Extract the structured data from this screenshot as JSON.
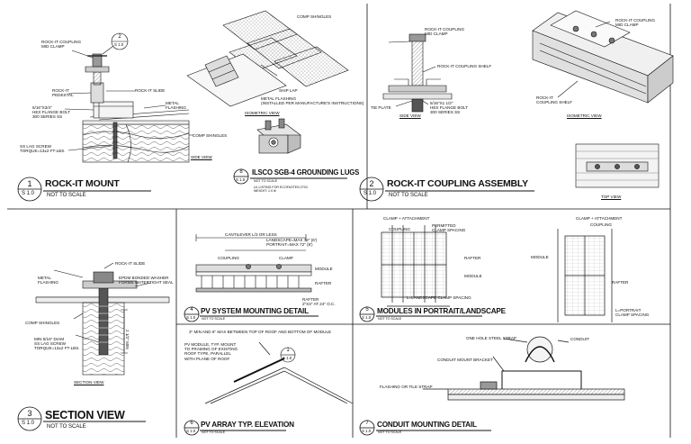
{
  "details": [
    {
      "number": "1",
      "sheet": "S 1.0",
      "title": "ROCK-IT MOUNT",
      "scale": "NOT TO SCALE"
    },
    {
      "number": "2",
      "sheet": "S 1.0",
      "title": "ROCK-IT COUPLING ASSEMBLY",
      "scale": "NOT TO SCALE"
    },
    {
      "number": "3",
      "sheet": "S 1.0",
      "title": "SECTION VIEW",
      "scale": "NOT TO SCALE"
    },
    {
      "number": "4",
      "sheet": "S 1.0",
      "title": "PV SYSTEM MOUNTING DETAIL",
      "scale": "NOT TO SCALE"
    },
    {
      "number": "5",
      "sheet": "S 1.0",
      "title": "MODULES IN PORTRAIT/LANDSCAPE",
      "scale": "NOT TO SCALE"
    },
    {
      "number": "6",
      "sheet": "S 1.0",
      "title": "PV ARRAY TYP. ELEVATION",
      "scale": "NOT TO SCALE"
    },
    {
      "number": "7",
      "sheet": "S 1.0",
      "title": "CONDUIT MOUNTING DETAIL",
      "scale": "NOT TO SCALE"
    },
    {
      "number": "8",
      "sheet": "S 1.0",
      "title": "ILSCO SGB-4 GROUNDING LUGS",
      "scale": "NOT TO SCALE"
    }
  ],
  "callouts": {
    "c1": {
      "number": "2",
      "sheet": "S 1.0"
    },
    "c3": {
      "number": "1",
      "sheet": "S 1.0"
    }
  },
  "labels": {
    "mount": {
      "coupling": "ROCK-IT COUPLING\nMID CLAMP",
      "pedestal": "ROCK-IT\nPEDESTAL",
      "slide": "ROCK-IT SLIDE",
      "bolt": "5/16\"x3/4\"\nHEX FLANGE BOLT\n300 SERIES SS",
      "metal_flashing": "METAL\nFLASHING",
      "comp_shingles": "COMP SHINGLES",
      "lag": "SS LAG SCREW\nTORQUE=13±2 FT-LBS.",
      "side_view": "SIDE VIEW"
    },
    "iso_flash": {
      "comp_shingles": "COMP SHINGLES",
      "shiplap": "SHIP LAP",
      "flashing": "METAL FLASHING\n(INSTALLED PER MANUFACTURE'S INSTRUCTIONS)",
      "iso_view": "ISOMETRIC VIEW"
    },
    "lug": {
      "ul": "UL LISTING FOR ECOFASTEN 2703\nWEIGHT: 1.9 lb"
    },
    "coupling": {
      "mid": "ROCK-IT COUPLING\nMID CLAMP",
      "shelf": "ROCK-IT COUPLING SHELF",
      "tie": "TIE PLATE",
      "bolt": "5/16\"x1 1/2\"\nHEX FLANGE BOLT\n300 SERIES SS",
      "side_view": "SIDE VIEW"
    },
    "coupling_iso": {
      "mid": "ROCK-IT COUPLING\nMID CLAMP",
      "shelf": "ROCK-IT\nCOUPLING SHELF",
      "iso_view": "ISOMETRIC VIEW",
      "top_view": "TOP VIEW"
    },
    "section": {
      "slide": "ROCK-IT SLIDE",
      "metal_flashing": "METAL\nFLASHING",
      "epdm": "EPDM BONDED WASHER\nFORMS WATERTIGHT SEAL",
      "comp_shingles": "COMP SHINGLES",
      "lag": "MIN 5/16\" DIAM\nSS LAG SCREW\nTORQUE=13±2 FT-LBS.",
      "min": "2 1/2\" MIN",
      "section_view": "SECTION VIEW"
    },
    "pv": {
      "cantilever": "CANTILEVER L/3 OR LESS",
      "landscape": "LANDSCAPE=MAX 72\" (6')\nPORTRAIT=MAX 72\" (6')",
      "coupling": "COUPLING",
      "clamp": "CLAMP",
      "module": "MODULE",
      "rafter_label": "RAFTER",
      "rafter_spec": "RAFTER\n2\"X4\" AT 24\" O.C."
    },
    "modules": {
      "clamp_att": "CLAMP + ATTACHMENT",
      "coupling": "COUPLING",
      "permitted": "PERMITTED\nCLAMP SPACING",
      "rafter": "RAFTER",
      "module": "MODULE",
      "l_landscape": "L=LANDSCAPE CLAMP SPACING",
      "clamp_att2": "CLAMP + ATTACHMENT",
      "coupling2": "COUPLING",
      "module2": "MODULE",
      "rafter2": "RAFTER",
      "l_portrait": "L=PORTRAIT\nCLAMP SPACING"
    },
    "elev": {
      "note": "3\" MIN AND 6\" MAX BETWEEN TOP OF ROOF AND BOTTOM OF MODULE",
      "module": "PV MODULE, TYP. MOUNT\nTO FRAMING OF EXISTING\nROOF TYPE, PARALLEL\nWITH PLANE OF ROOF"
    },
    "conduit": {
      "strap": "ONE HOLE STEEL STRAP",
      "conduit": "CONDUIT",
      "bracket": "CONDUIT MOUNT BRACKET",
      "flashing": "FLASHING OR TILE STRAP"
    }
  },
  "colors": {
    "line": "#111111",
    "paper": "#ffffff",
    "grid": "#777777"
  }
}
